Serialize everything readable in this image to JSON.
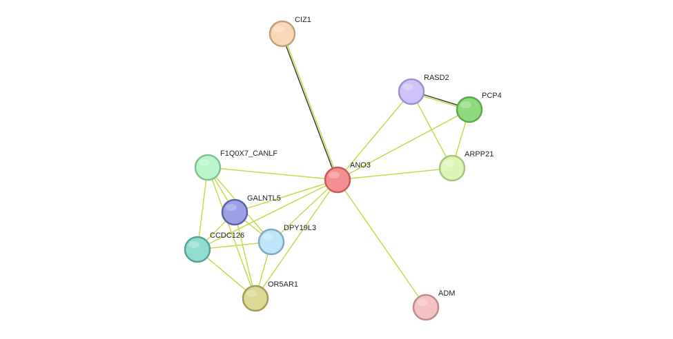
{
  "nodes": [
    {
      "id": "ANO3",
      "label": "ANO3",
      "fill": "#f48f91",
      "stroke": "#c8585b"
    },
    {
      "id": "CIZ1",
      "label": "CIZ1",
      "fill": "#fbd7b5",
      "stroke": "#bca07a"
    },
    {
      "id": "RASD2",
      "label": "RASD2",
      "fill": "#cfc2f9",
      "stroke": "#9c8fd0"
    },
    {
      "id": "PCP4",
      "label": "PCP4",
      "fill": "#8fd97f",
      "stroke": "#58a84c"
    },
    {
      "id": "ARPP21",
      "label": "ARPP21",
      "fill": "#dcf6b5",
      "stroke": "#a6c47c"
    },
    {
      "id": "F1Q0X7_CANLF",
      "label": "F1Q0X7_CANLF",
      "fill": "#b9f6c9",
      "stroke": "#80c092"
    },
    {
      "id": "GALNTL5",
      "label": "GALNTL5",
      "fill": "#9aa0e3",
      "stroke": "#5b61a8"
    },
    {
      "id": "DPY19L3",
      "label": "DPY19L3",
      "fill": "#bde6f8",
      "stroke": "#7fa8c2"
    },
    {
      "id": "CCDC126",
      "label": "CCDC126",
      "fill": "#92ddd2",
      "stroke": "#55a298"
    },
    {
      "id": "OR5AR1",
      "label": "OR5AR1",
      "fill": "#dcd995",
      "stroke": "#a09c58"
    },
    {
      "id": "ADM",
      "label": "ADM",
      "fill": "#f5c2c4",
      "stroke": "#c08a8c"
    }
  ],
  "edges": [
    {
      "source": "ANO3",
      "target": "CIZ1",
      "colors": [
        "#3a3a3a",
        "#c8d84a"
      ]
    },
    {
      "source": "ANO3",
      "target": "RASD2",
      "colors": [
        "#c8d84a"
      ]
    },
    {
      "source": "ANO3",
      "target": "PCP4",
      "colors": [
        "#c8d84a"
      ]
    },
    {
      "source": "ANO3",
      "target": "ARPP21",
      "colors": [
        "#c8d84a"
      ]
    },
    {
      "source": "ANO3",
      "target": "F1Q0X7_CANLF",
      "colors": [
        "#c8d84a"
      ]
    },
    {
      "source": "ANO3",
      "target": "GALNTL5",
      "colors": [
        "#c8d84a"
      ]
    },
    {
      "source": "ANO3",
      "target": "DPY19L3",
      "colors": [
        "#c8d84a"
      ]
    },
    {
      "source": "ANO3",
      "target": "CCDC126",
      "colors": [
        "#c8d84a"
      ]
    },
    {
      "source": "ANO3",
      "target": "OR5AR1",
      "colors": [
        "#c8d84a"
      ]
    },
    {
      "source": "ANO3",
      "target": "ADM",
      "colors": [
        "#c8d84a"
      ]
    },
    {
      "source": "RASD2",
      "target": "PCP4",
      "colors": [
        "#3a3a3a",
        "#c8d84a"
      ]
    },
    {
      "source": "RASD2",
      "target": "ARPP21",
      "colors": [
        "#c8d84a"
      ]
    },
    {
      "source": "PCP4",
      "target": "ARPP21",
      "colors": [
        "#c8d84a"
      ]
    },
    {
      "source": "F1Q0X7_CANLF",
      "target": "GALNTL5",
      "colors": [
        "#c8d84a"
      ]
    },
    {
      "source": "F1Q0X7_CANLF",
      "target": "DPY19L3",
      "colors": [
        "#c8d84a"
      ]
    },
    {
      "source": "F1Q0X7_CANLF",
      "target": "CCDC126",
      "colors": [
        "#c8d84a"
      ]
    },
    {
      "source": "F1Q0X7_CANLF",
      "target": "OR5AR1",
      "colors": [
        "#c8d84a"
      ]
    },
    {
      "source": "GALNTL5",
      "target": "DPY19L3",
      "colors": [
        "#c8d84a"
      ]
    },
    {
      "source": "GALNTL5",
      "target": "CCDC126",
      "colors": [
        "#c8d84a"
      ]
    },
    {
      "source": "GALNTL5",
      "target": "OR5AR1",
      "colors": [
        "#c8d84a"
      ]
    },
    {
      "source": "DPY19L3",
      "target": "CCDC126",
      "colors": [
        "#c8d84a"
      ]
    },
    {
      "source": "DPY19L3",
      "target": "OR5AR1",
      "colors": [
        "#c8d84a"
      ]
    },
    {
      "source": "CCDC126",
      "target": "OR5AR1",
      "colors": [
        "#c8d84a"
      ]
    }
  ]
}
